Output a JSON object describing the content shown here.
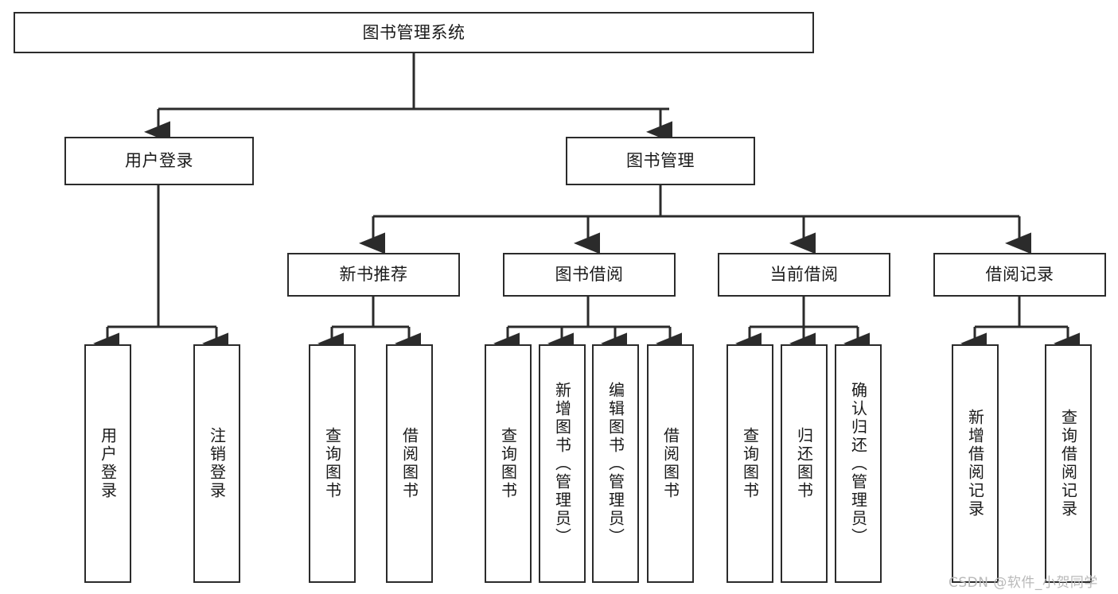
{
  "diagram": {
    "type": "tree",
    "title": "图书管理系统",
    "root": {
      "label": "图书管理系统"
    },
    "level1": [
      {
        "label": "用户登录"
      },
      {
        "label": "图书管理"
      }
    ],
    "level2": [
      {
        "label": "新书推荐",
        "parent": "图书管理"
      },
      {
        "label": "图书借阅",
        "parent": "图书管理"
      },
      {
        "label": "当前借阅",
        "parent": "图书管理"
      },
      {
        "label": "借阅记录",
        "parent": "图书管理"
      }
    ],
    "leaves_user_login": [
      {
        "label": "用户登录"
      },
      {
        "label": "注销登录"
      }
    ],
    "leaves_new_book": [
      {
        "label": "查询图书"
      },
      {
        "label": "借阅图书"
      }
    ],
    "leaves_borrow": [
      {
        "label": "查询图书"
      },
      {
        "label": "新增图书（管理员）"
      },
      {
        "label": "编辑图书（管理员）"
      },
      {
        "label": "借阅图书"
      }
    ],
    "leaves_current": [
      {
        "label": "查询图书"
      },
      {
        "label": "归还图书"
      },
      {
        "label": "确认归还（管理员）"
      }
    ],
    "leaves_record": [
      {
        "label": "新增借阅记录"
      },
      {
        "label": "查询借阅记录"
      }
    ]
  },
  "watermark": {
    "text": "CSDN @软件_小贺同学"
  },
  "colors": {
    "border": "#2b2b2b",
    "text": "#1a1a1a",
    "background": "#ffffff",
    "watermark": "#b9b9b9"
  }
}
